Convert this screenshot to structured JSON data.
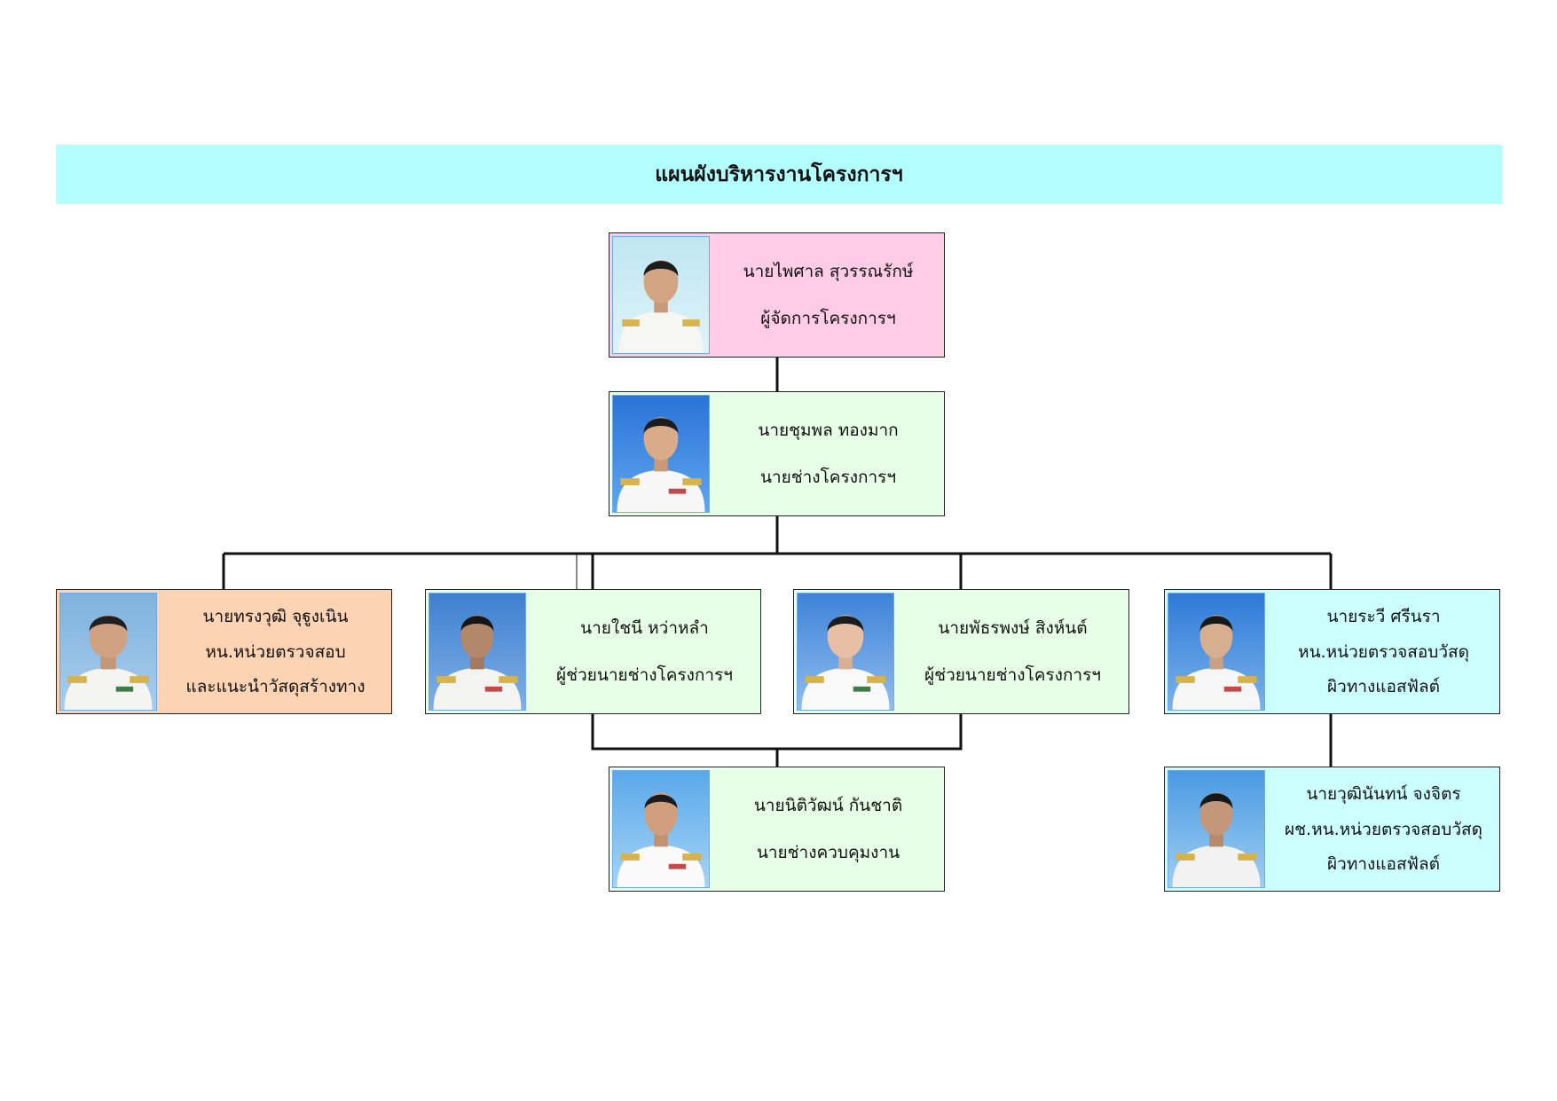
{
  "title": "แผนผังบริหารงานโครงการฯ",
  "people": {
    "manager": {
      "name": "นายไพศาล   สุวรรณรักษ์",
      "roles": [
        "ผู้จัดการโครงการฯ"
      ]
    },
    "engineer": {
      "name": "นายชุมพล  ทองมาก",
      "roles": [
        "นายช่างโครงการฯ"
      ]
    },
    "inspector1": {
      "name": "นายทรงวุฒิ   จุฐูงเนิน",
      "roles": [
        "หน.หน่วยตรวจสอบ",
        "และแนะนำวัสดุสร้างทาง"
      ]
    },
    "assistant1": {
      "name": "นายใชนี  หว่าหลำ",
      "roles": [
        "ผู้ช่วยนายช่างโครงการฯ"
      ]
    },
    "assistant2": {
      "name": "นายพัธรพงษ์  สิงห์นต์",
      "roles": [
        "ผู้ช่วยนายช่างโครงการฯ"
      ]
    },
    "inspector2": {
      "name": "นายระวี  ศรีนรา",
      "roles": [
        "หน.หน่วยตรวจสอบวัสดุ",
        "ผิวทางแอสฟัลต์"
      ]
    },
    "supervisor": {
      "name": "นายนิติวัฒน์  กันชาติ",
      "roles": [
        "นายช่างควบคุมงาน"
      ]
    },
    "deputy": {
      "name": "นายวุฒินันทน์  จงจิตร",
      "roles": [
        "ผช.หน.หน่วยตรวจสอบวัสดุ",
        "ผิวทางแอสฟัลต์"
      ]
    }
  },
  "colors": {
    "banner": "#b3ffff",
    "manager_box": "#ffcce8",
    "engineer_box": "#e6ffe6",
    "inspector1_box": "#fcd4b4",
    "inspector2_box": "#ccffff"
  }
}
